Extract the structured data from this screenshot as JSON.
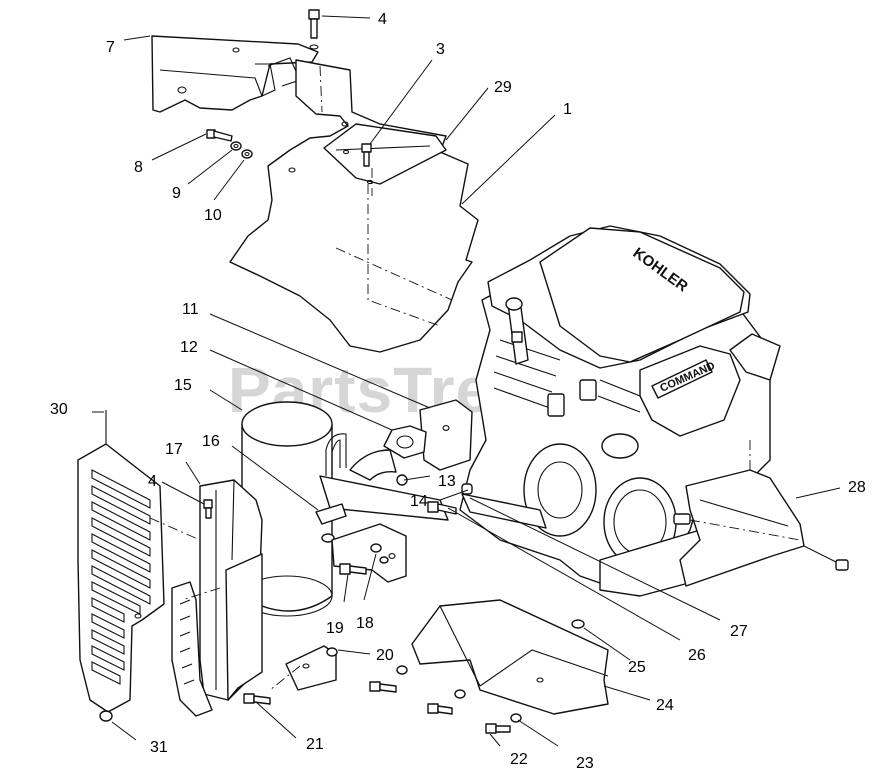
{
  "watermark": "PartsTree",
  "brand_marks": {
    "engine_cover": "KOHLER",
    "engine_plate": "COMMAND"
  },
  "callouts": [
    {
      "id": "c1",
      "label": "1"
    },
    {
      "id": "c3",
      "label": "3"
    },
    {
      "id": "c4a",
      "label": "4"
    },
    {
      "id": "c4b",
      "label": "4"
    },
    {
      "id": "c7",
      "label": "7"
    },
    {
      "id": "c8",
      "label": "8"
    },
    {
      "id": "c9",
      "label": "9"
    },
    {
      "id": "c10",
      "label": "10"
    },
    {
      "id": "c11",
      "label": "11"
    },
    {
      "id": "c12",
      "label": "12"
    },
    {
      "id": "c13",
      "label": "13"
    },
    {
      "id": "c14",
      "label": "14"
    },
    {
      "id": "c15",
      "label": "15"
    },
    {
      "id": "c16",
      "label": "16"
    },
    {
      "id": "c17",
      "label": "17"
    },
    {
      "id": "c18",
      "label": "18"
    },
    {
      "id": "c19",
      "label": "19"
    },
    {
      "id": "c20",
      "label": "20"
    },
    {
      "id": "c21",
      "label": "21"
    },
    {
      "id": "c22",
      "label": "22"
    },
    {
      "id": "c23",
      "label": "23"
    },
    {
      "id": "c24",
      "label": "24"
    },
    {
      "id": "c25",
      "label": "25"
    },
    {
      "id": "c26",
      "label": "26"
    },
    {
      "id": "c27",
      "label": "27"
    },
    {
      "id": "c28",
      "label": "28"
    },
    {
      "id": "c29",
      "label": "29"
    },
    {
      "id": "c30",
      "label": "30"
    },
    {
      "id": "c31",
      "label": "31"
    }
  ]
}
